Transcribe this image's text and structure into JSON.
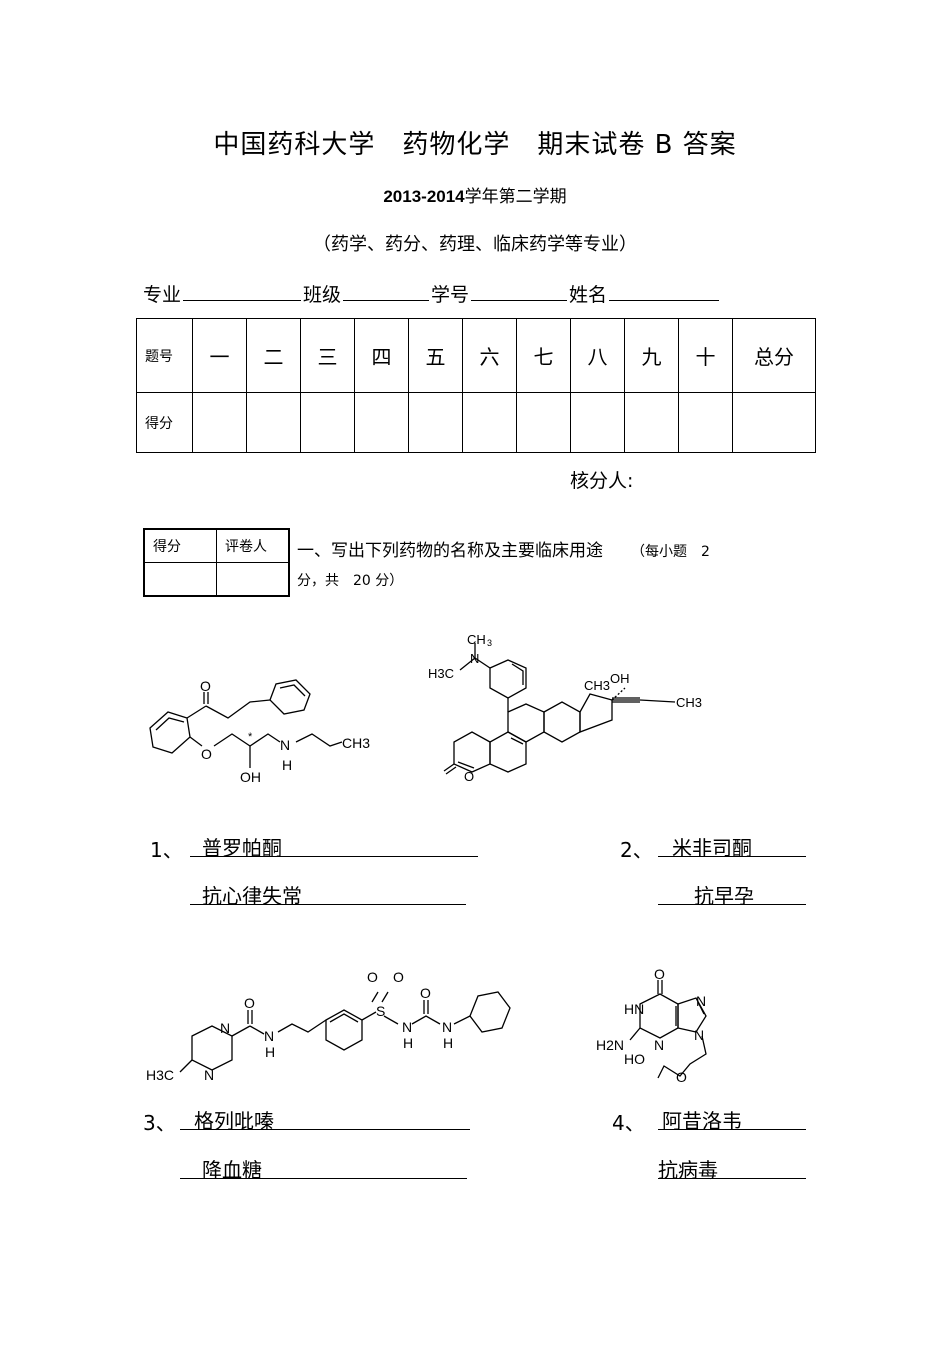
{
  "header": {
    "title": "中国药科大学　药物化学　期末试卷 B 答案",
    "year": "2013-2014",
    "term": "学年第二学期",
    "majors": "（药学、药分、药理、临床药学等专业）"
  },
  "info_line": {
    "major": "专业",
    "class": "班级",
    "student_id": "学号",
    "name": "姓名"
  },
  "score_table": {
    "row1_label": "题号",
    "questions": [
      "一",
      "二",
      "三",
      "四",
      "五",
      "六",
      "七",
      "八",
      "九",
      "十"
    ],
    "total": "总分",
    "row2_label": "得分"
  },
  "checker_label": "核分人:",
  "grader_box": {
    "score": "得分",
    "grader": "评卷人"
  },
  "section1": {
    "title": "一、写出下列药物的名称及主要临床用途",
    "points_a": "（每小题　2",
    "points_b": "分，共　20 分）"
  },
  "structure_labels": {
    "s1": {
      "o": "O",
      "oh": "OH",
      "h": "H",
      "n": "N",
      "ch3": "CH3",
      "star": "*"
    },
    "s2": {
      "ch3_top": "CH",
      "three": "3",
      "h3c": "H3C",
      "n": "N",
      "oh": "OH",
      "ch3_17": "CH3",
      "ch3_right": "CH3",
      "o": "O"
    },
    "s3": {
      "o1": "O",
      "o2": "O",
      "s": "S",
      "o3": "O",
      "o4": "O",
      "n1": "N",
      "n2": "N",
      "h": "H",
      "nh1": "N",
      "nh2": "N",
      "nh3": "N",
      "h3c": "H3C"
    },
    "s4": {
      "o": "O",
      "hn": "HN",
      "n7": "N",
      "n9": "N",
      "n3": "N",
      "h2n": "H2N",
      "ho": "HO",
      "o2": "O"
    }
  },
  "answers": [
    {
      "number": "1、",
      "name": "普罗帕酮",
      "use": "抗心律失常"
    },
    {
      "number": "2、",
      "name": "米非司酮",
      "use": "抗早孕"
    },
    {
      "number": "3、",
      "name": "格列吡嗪",
      "use": "降血糖"
    },
    {
      "number": "4、",
      "name": "阿昔洛韦",
      "use": "抗病毒"
    }
  ]
}
